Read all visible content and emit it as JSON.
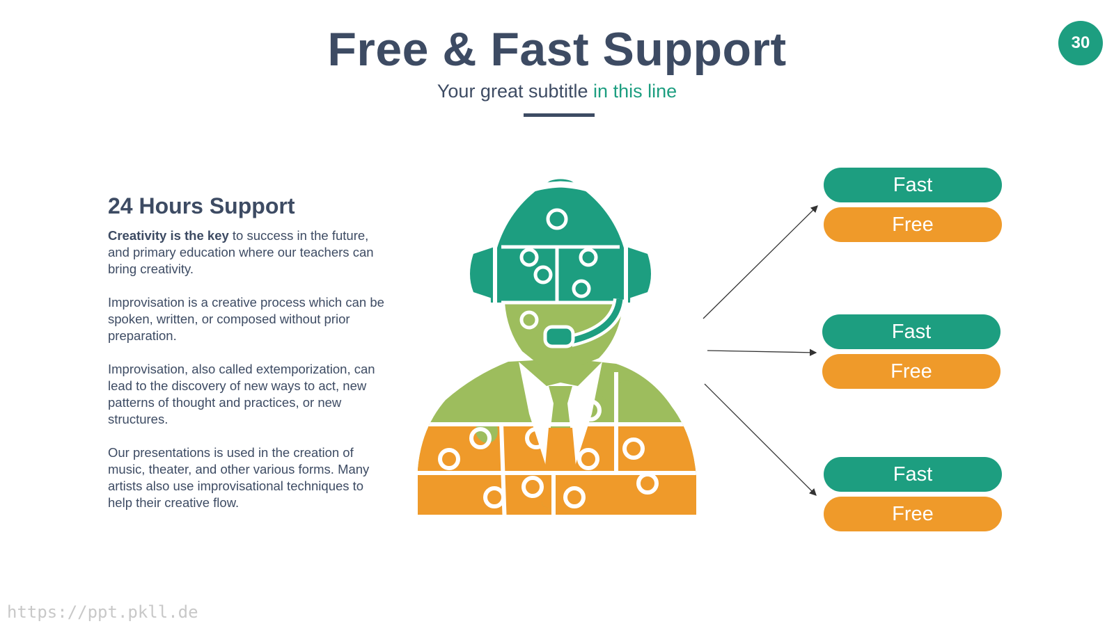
{
  "header": {
    "title": "Free & Fast Support",
    "subtitle_main": "Your great subtitle",
    "subtitle_highlight": "in this line",
    "page_number": "30"
  },
  "left": {
    "heading": "24 Hours Support",
    "p1_bold": "Creativity is the key",
    "p1_rest": " to success in the future, and primary education where our teachers can bring creativity.",
    "p2": "Improvisation is a creative process which can be spoken, written, or composed without prior preparation.",
    "p3": "Improvisation, also called extemporization, can lead to the discovery of new ways to act, new patterns of thought and practices, or new structures.",
    "p4": "Our presentations is used in the creation of music, theater, and other various forms. Many artists also use improvisational techniques to help their creative flow."
  },
  "groups": [
    {
      "top": "Fast",
      "bottom": "Free"
    },
    {
      "top": "Fast",
      "bottom": "Free"
    },
    {
      "top": "Fast",
      "bottom": "Free"
    }
  ],
  "colors": {
    "green": "#1d9e80",
    "orange": "#ef9a2a",
    "olive": "#9dbd5d",
    "navy": "#3d4b63"
  },
  "icons": [
    "support-agent-puzzle-icon"
  ],
  "watermark": "https://ppt.pkll.de"
}
